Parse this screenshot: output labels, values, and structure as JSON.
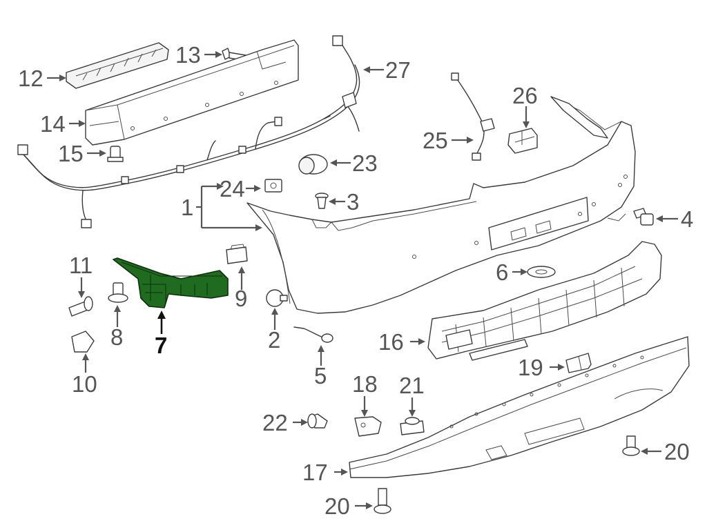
{
  "callouts": {
    "c1": "1",
    "c2": "2",
    "c3": "3",
    "c4": "4",
    "c5": "5",
    "c6": "6",
    "c7": "7",
    "c8": "8",
    "c9": "9",
    "c10": "10",
    "c11": "11",
    "c12": "12",
    "c13": "13",
    "c14": "14",
    "c15": "15",
    "c16": "16",
    "c17": "17",
    "c18": "18",
    "c19": "19",
    "c20a": "20",
    "c20b": "20",
    "c21": "21",
    "c22": "22",
    "c23": "23",
    "c24": "24",
    "c25": "25",
    "c26": "26",
    "c27": "27"
  },
  "highlight": {
    "part": "7",
    "color": "#1f6b1f"
  },
  "colors": {
    "line": "#3a3a3a",
    "label": "#555555",
    "highlight_label": "#111111"
  }
}
